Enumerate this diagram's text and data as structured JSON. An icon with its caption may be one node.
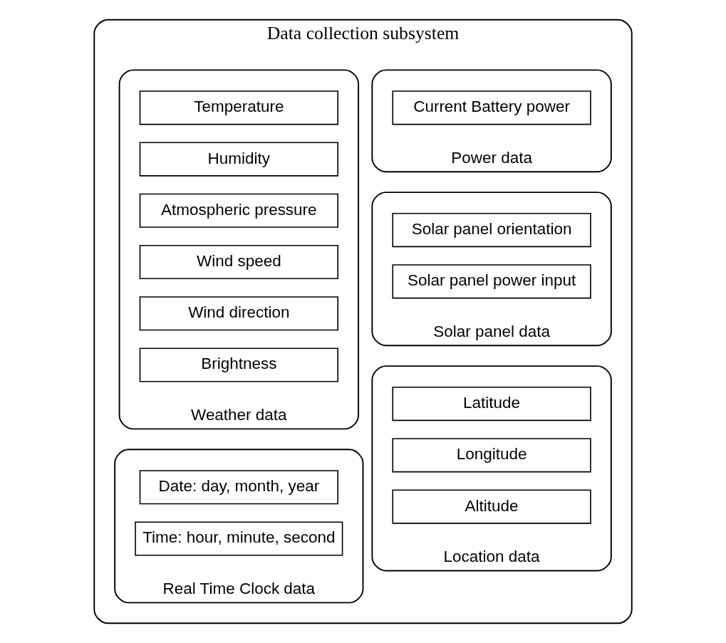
{
  "diagram": {
    "nodes": [
      {
        "text": [
          "Data collection subsystem"
        ]
      },
      {
        "text": [
          "Weather data"
        ],
        "in": 0
      },
      {
        "text": [
          "Temperature"
        ],
        "in": 1
      },
      {
        "text": [
          "Humidity"
        ],
        "in": 1
      },
      {
        "text": [
          "Atmospheric pressure"
        ],
        "in": 1
      },
      {
        "text": [
          "Wind speed"
        ],
        "in": 1
      },
      {
        "text": [
          "Wind direction"
        ],
        "in": 1
      },
      {
        "text": [
          "Brightness"
        ],
        "in": 1
      },
      {
        "text": [
          "Location data"
        ],
        "in": 0
      },
      {
        "text": [
          "Latitude"
        ],
        "in": 8
      },
      {
        "text": [
          "Longitude"
        ],
        "in": 8
      },
      {
        "text": [
          "Altitude"
        ],
        "in": 8
      },
      {
        "text": [
          "Solar panel data"
        ],
        "in": 0
      },
      {
        "text": [
          "Solar panel orientation"
        ],
        "in": 12
      },
      {
        "text": [
          "Solar panel power input"
        ],
        "in": 12
      },
      {
        "text": [
          "Real Time Clock data"
        ],
        "in": 0
      },
      {
        "text": [
          "Date: day, month, year"
        ],
        "in": 15
      },
      {
        "text": [
          "Time: hour, minute, second"
        ],
        "in": 15
      },
      {
        "text": [
          "Power data"
        ],
        "in": 0
      },
      {
        "text": [
          "Current Battery power"
        ],
        "in": 18
      }
    ],
    "edges": []
  }
}
